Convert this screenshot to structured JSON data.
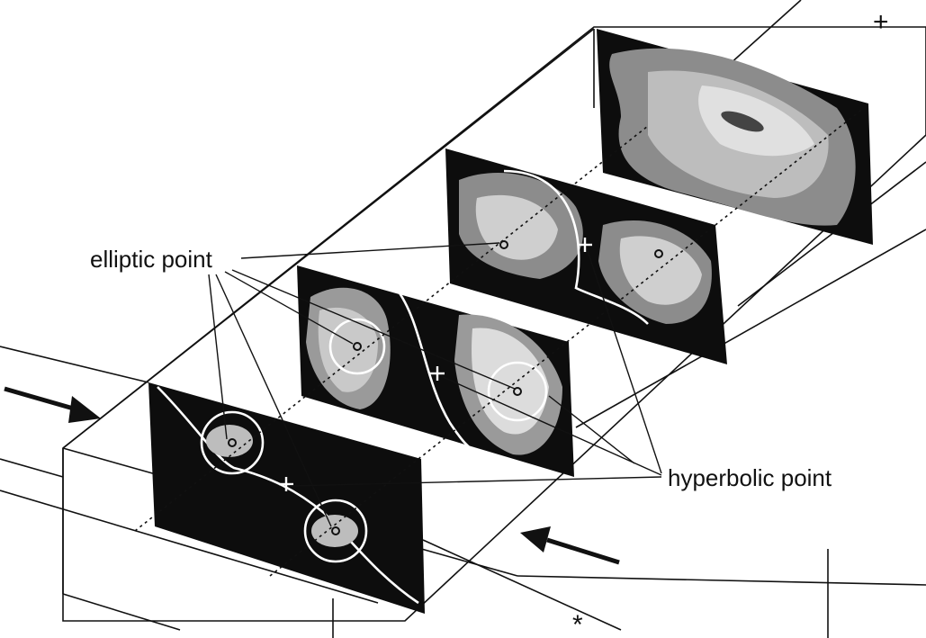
{
  "labels": {
    "elliptic": "elliptic point",
    "hyperbolic": "hyperbolic point",
    "axis_y": "+",
    "axis_x": "*"
  },
  "colors": {
    "background": "#ffffff",
    "line": "#111111",
    "slice_dark": "#0d0d0d",
    "slice_mid": "#8c8c8c",
    "slice_light": "#d8d8d8",
    "marker": "#ffffff"
  },
  "diagram": {
    "slice_count": 4,
    "flow_arrow_count": 2
  }
}
